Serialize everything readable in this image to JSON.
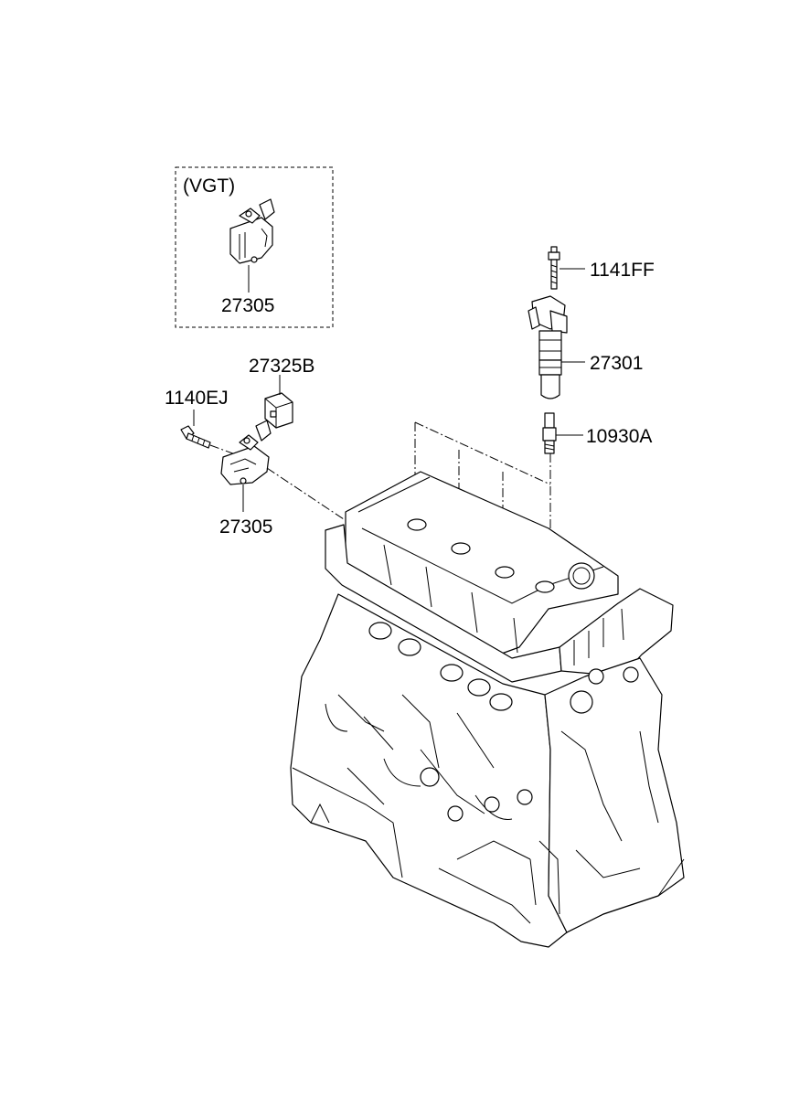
{
  "callouts": {
    "vgt_note": "(VGT)",
    "sensor_vgt": "27305",
    "bolt_coil": "1141FF",
    "ignition_coil": "27301",
    "connector": "27325B",
    "bolt_sensor": "1140EJ",
    "spark_plug": "10930A",
    "sensor": "27305"
  }
}
